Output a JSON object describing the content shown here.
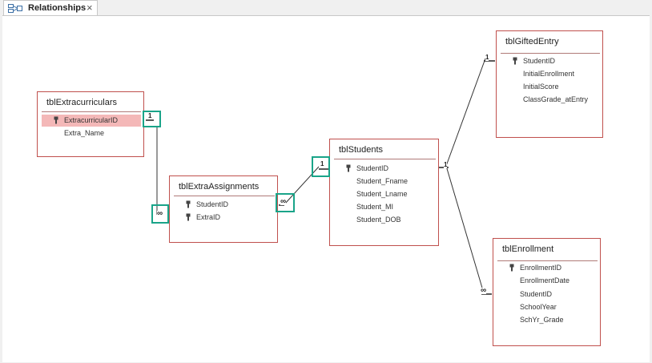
{
  "tab": {
    "title": "Relationships",
    "close_symbol": "×"
  },
  "tables": {
    "extracurriculars": {
      "name": "tblExtracurriculars",
      "fields": [
        "ExtracurricularID",
        "Extra_Name"
      ]
    },
    "extraassignments": {
      "name": "tblExtraAssignments",
      "fields": [
        "StudentID",
        "ExtraID"
      ]
    },
    "students": {
      "name": "tblStudents",
      "fields": [
        "StudentID",
        "Student_Fname",
        "Student_Lname",
        "Student_MI",
        "Student_DOB"
      ]
    },
    "giftedentry": {
      "name": "tblGiftedEntry",
      "fields": [
        "StudentID",
        "InitialEnrollment",
        "InitialScore",
        "ClassGrade_atEntry"
      ]
    },
    "enrollment": {
      "name": "tblEnrollment",
      "fields": [
        "EnrollmentID",
        "EnrollmentDate",
        "StudentID",
        "SchoolYear",
        "SchYr_Grade"
      ]
    }
  },
  "relationships": {
    "one_symbol": "1",
    "many_symbol": "∞"
  },
  "colors": {
    "table_border": "#c0504d",
    "selected_field": "#f4b8b8",
    "highlight": "#1aa489"
  }
}
